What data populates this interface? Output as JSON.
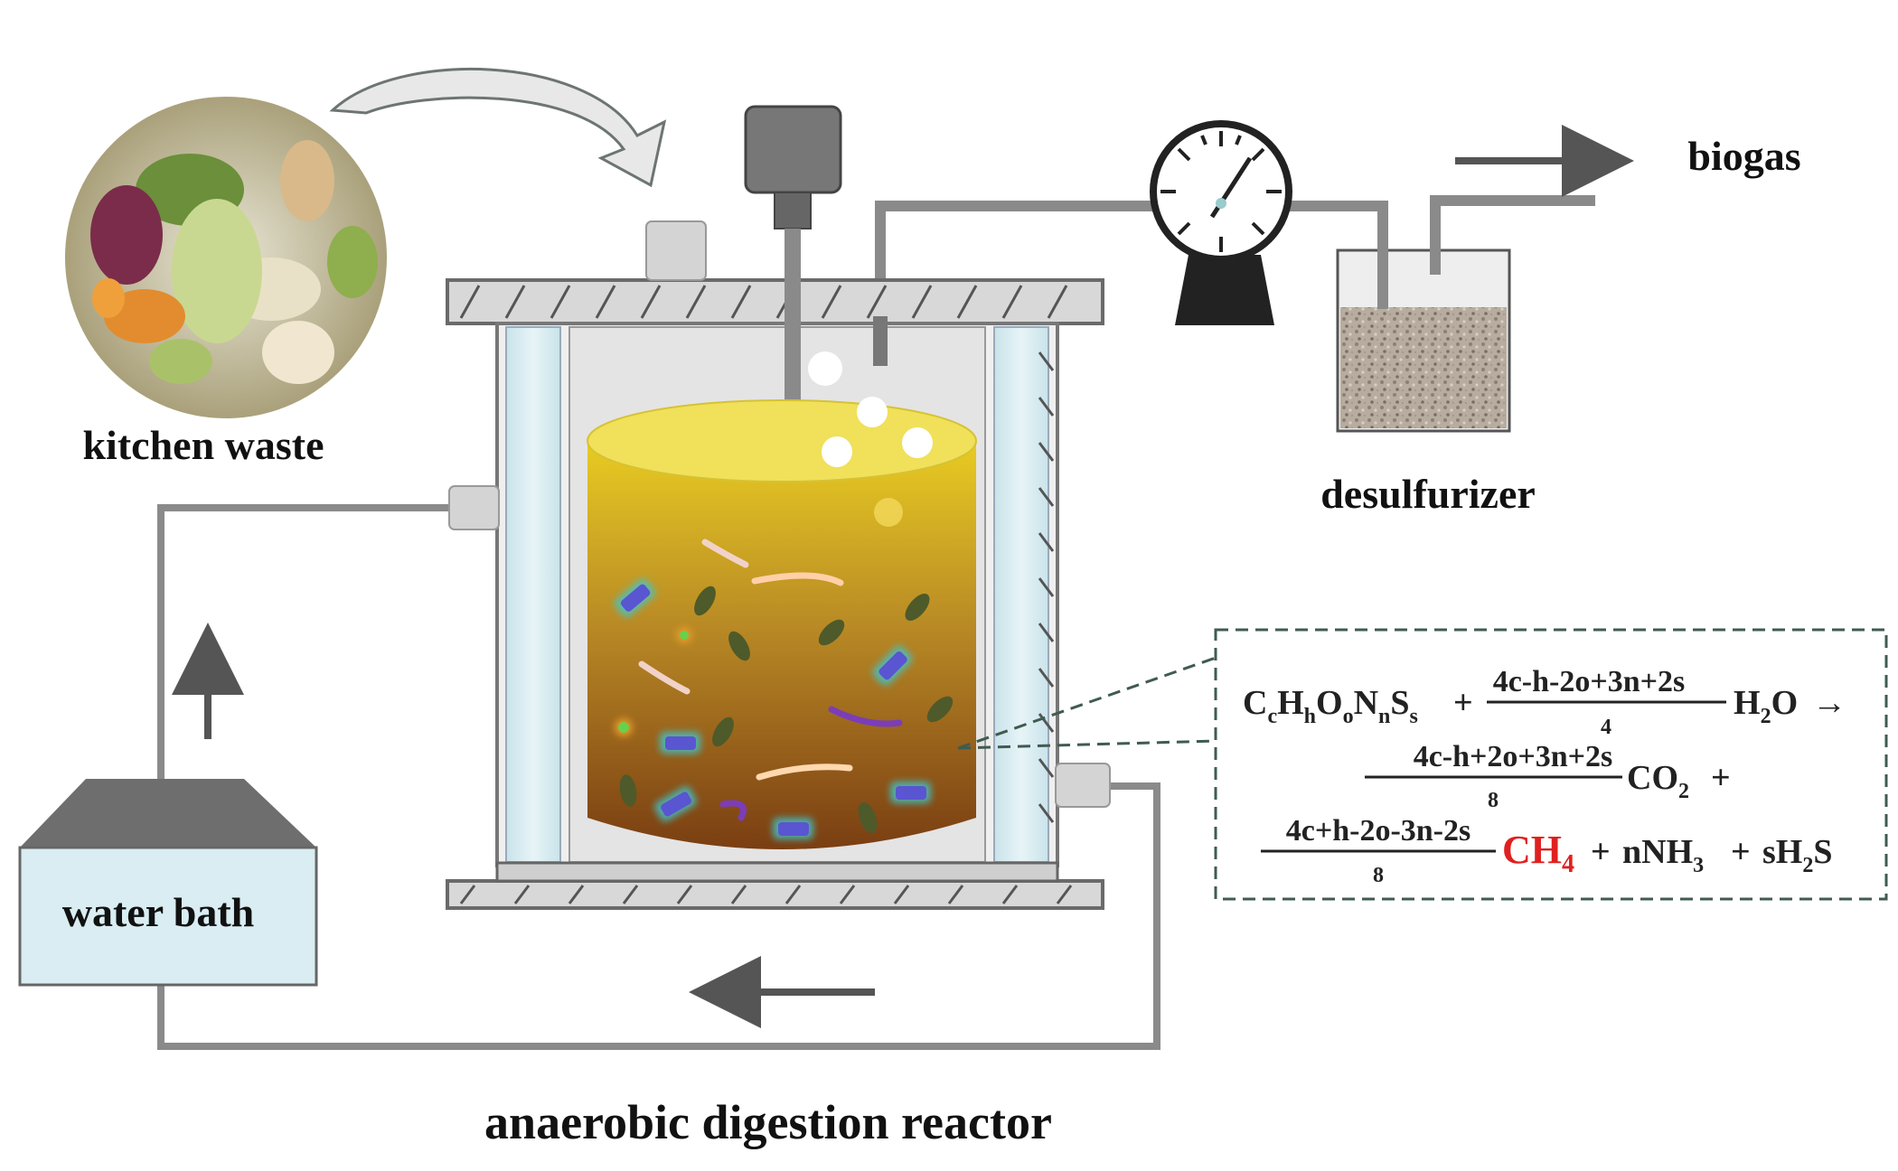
{
  "labels": {
    "kitchen_waste": "kitchen waste",
    "biogas": "biogas",
    "desulfurizer": "desulfurizer",
    "water_bath": "water bath",
    "reactor": "anaerobic digestion reactor"
  },
  "equation": {
    "reactant": {
      "C": "C",
      "c": "c",
      "H": "H",
      "h": "h",
      "O": "O",
      "o": "o",
      "N": "N",
      "n": "n",
      "S": "S",
      "s": "s"
    },
    "plus": "+",
    "arrow": "→",
    "frac_water": {
      "num": "4c-h-2o+3n+2s",
      "den": "4"
    },
    "water": {
      "main": "H",
      "sub": "2",
      "tail": "O"
    },
    "frac_co2": {
      "num": "4c-h+2o+3n+2s",
      "den": "8"
    },
    "co2": {
      "main": "CO",
      "sub": "2"
    },
    "frac_ch4": {
      "num": "4c+h-2o-3n-2s",
      "den": "8"
    },
    "ch4": {
      "main": "CH",
      "sub": "4"
    },
    "nh3": {
      "main": "nNH",
      "sub": "3"
    },
    "h2s": {
      "main": "sH",
      "sub": "2",
      "tail": "S"
    }
  },
  "colors": {
    "pipe": "#8a8a8a",
    "arrow": "#555555",
    "methane": "#e02020",
    "liquid_top": "#e8cc22",
    "liquid_bottom": "#7a3e12",
    "water_bath_fill": "#d9edf2",
    "roof_fill": "#6e6e6e"
  }
}
